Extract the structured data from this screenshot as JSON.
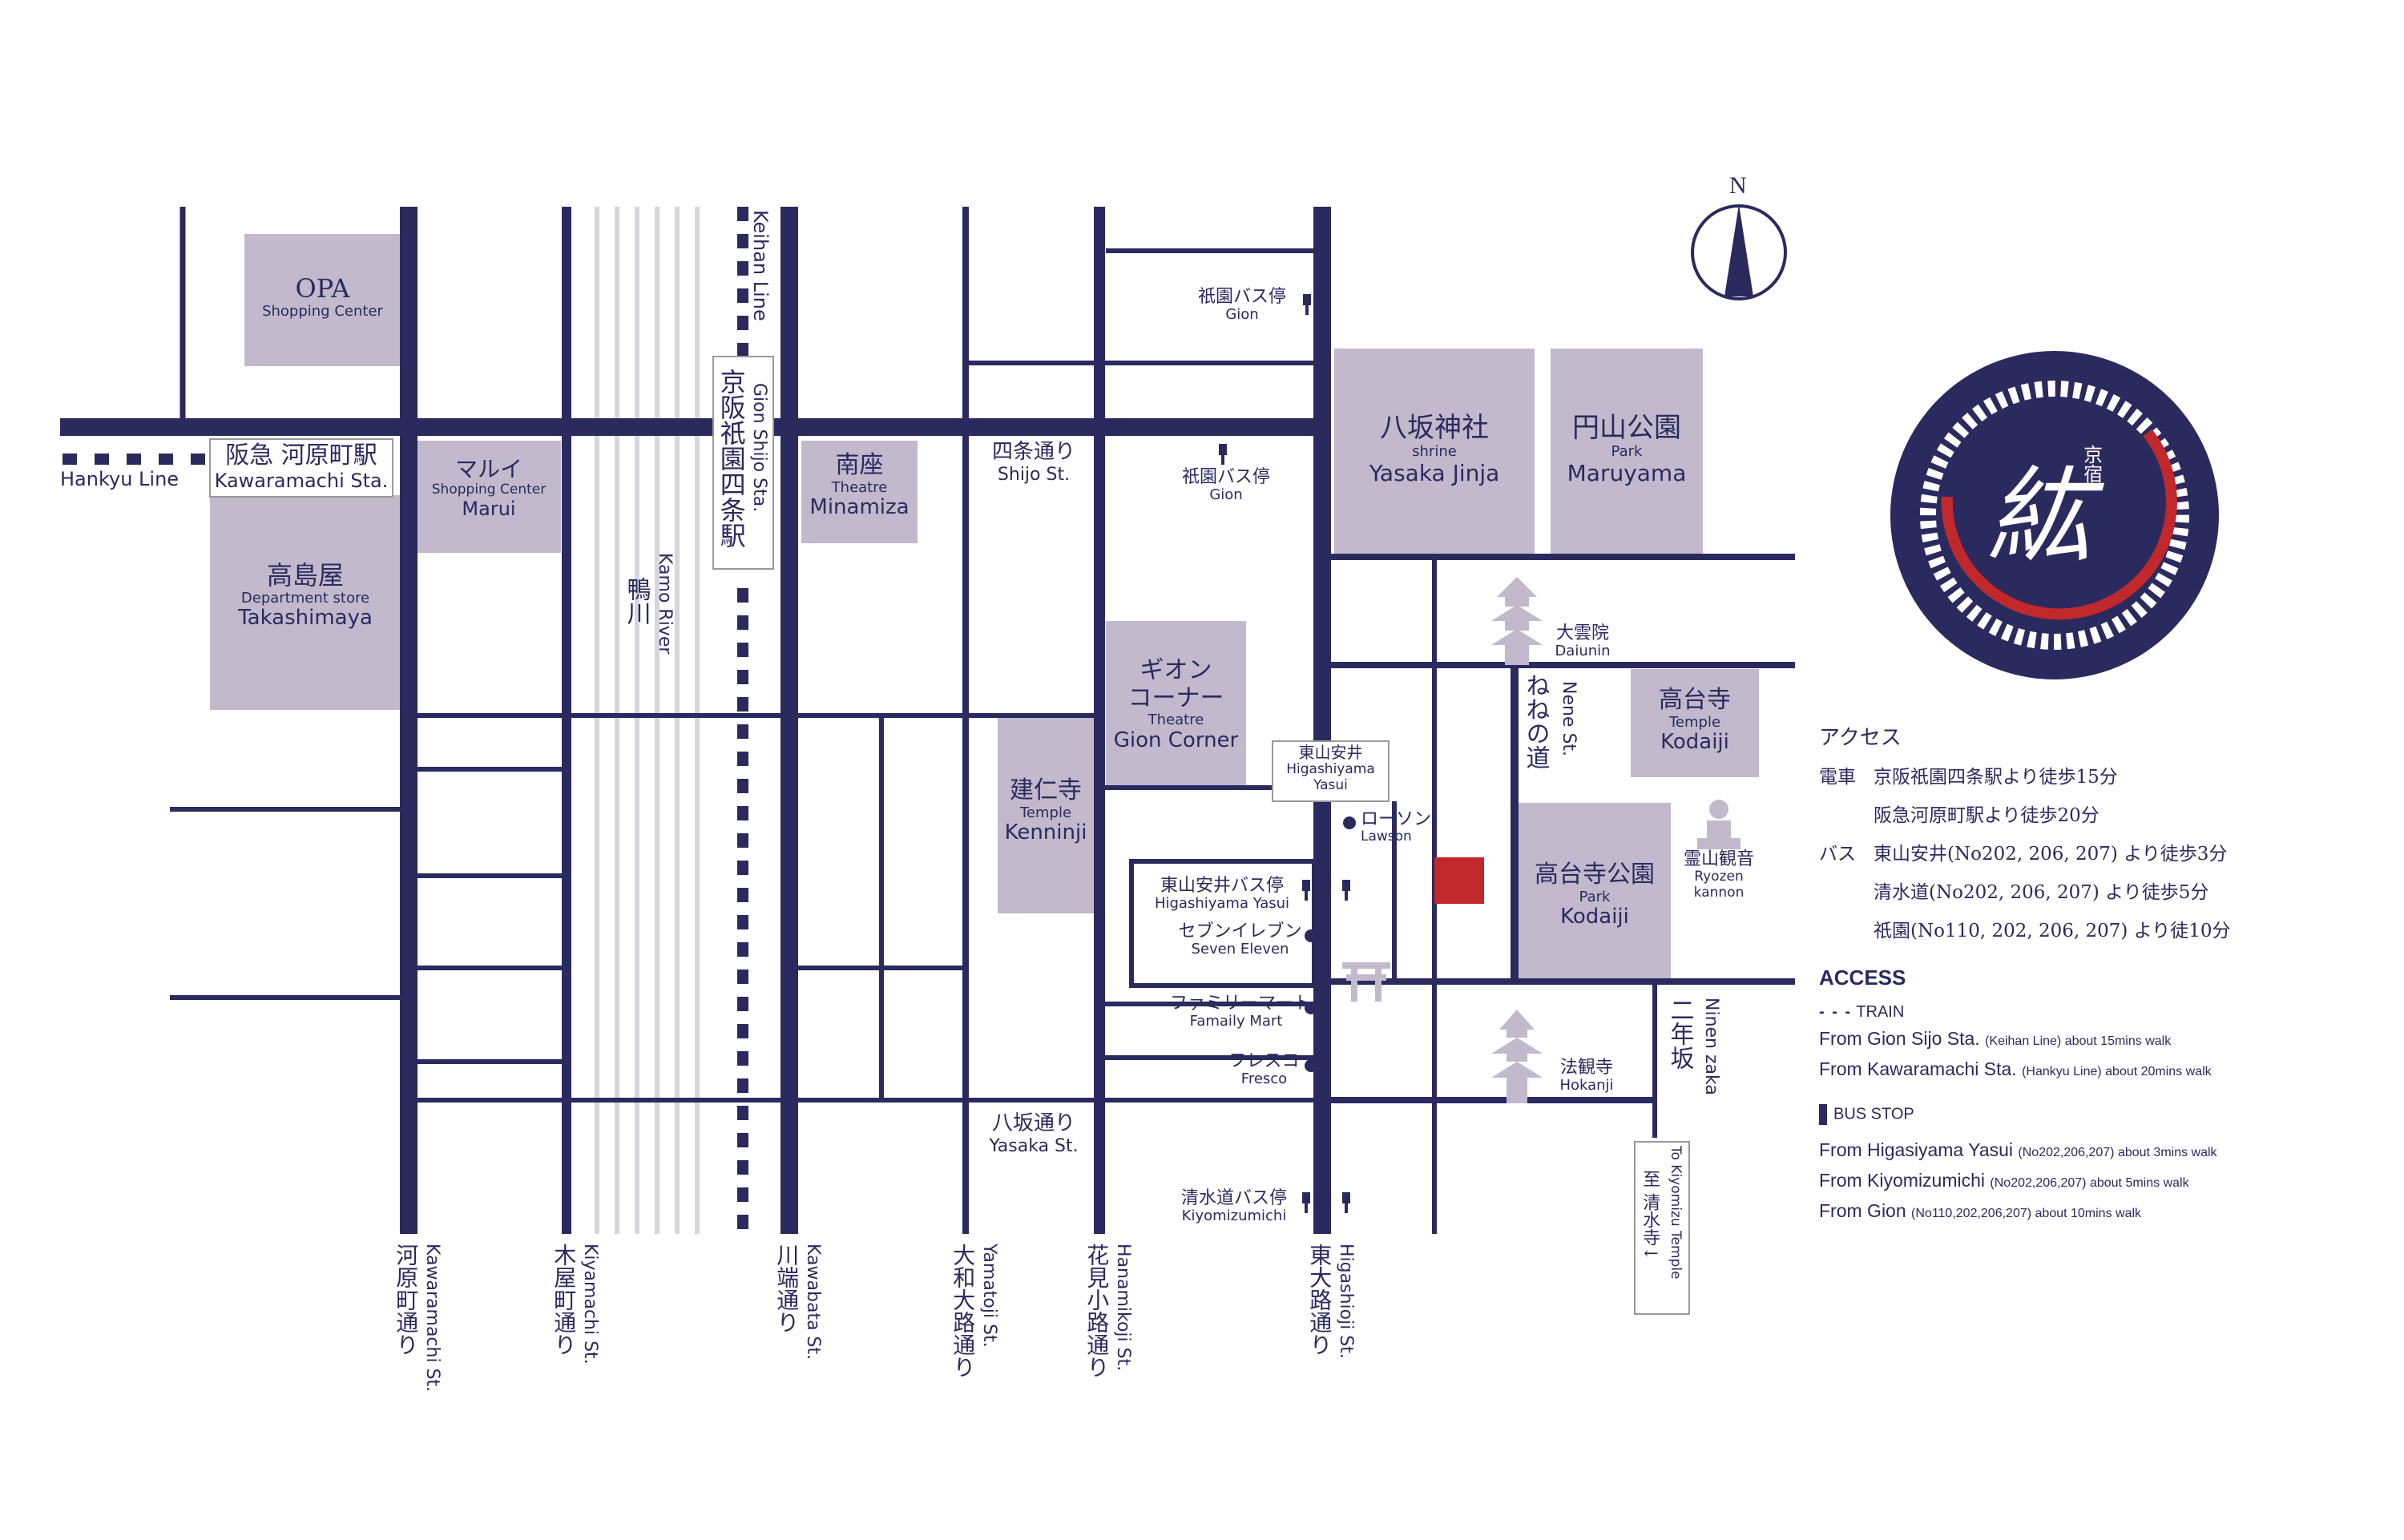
{
  "colors": {
    "road": "#2b2a5e",
    "block": "#c2b9cc",
    "hotel": "#c0282c",
    "river": "#d6d6dc",
    "white": "#ffffff"
  },
  "compass": {
    "north": "N"
  },
  "logo": {
    "title": "京宿",
    "glyph": "紘"
  },
  "lines": {
    "hankyu": "Hankyu Line",
    "keihan": "Keihan Line"
  },
  "stations": {
    "kawaramachi": {
      "jp": "阪急 河原町駅",
      "en": "Kawaramachi Sta."
    },
    "gion_shijo": {
      "jp": "京阪祇園四条駅",
      "en": "Gion Shijo Sta."
    }
  },
  "river": {
    "jp": "鴨川",
    "en": "Kamo River"
  },
  "blocks": {
    "opa": {
      "name": "OPA",
      "sub": "Shopping Center"
    },
    "marui": {
      "jp": "マルイ",
      "sub": "Shopping Center",
      "en": "Marui"
    },
    "takashimaya": {
      "jp": "高島屋",
      "sub": "Department store",
      "en": "Takashimaya"
    },
    "minamiza": {
      "jp": "南座",
      "sub": "Theatre",
      "en": "Minamiza"
    },
    "gion_corner": {
      "jp1": "ギオン",
      "jp2": "コーナー",
      "sub": "Theatre",
      "en": "Gion Corner"
    },
    "kenninji": {
      "jp": "建仁寺",
      "sub": "Temple",
      "en": "Kenninji"
    },
    "yasaka": {
      "jp": "八坂神社",
      "sub": "shrine",
      "en": "Yasaka Jinja"
    },
    "maruyama": {
      "jp": "円山公園",
      "sub": "Park",
      "en": "Maruyama"
    },
    "kodaiji": {
      "jp": "高台寺",
      "sub": "Temple",
      "en": "Kodaiji"
    },
    "kodaiji_park": {
      "jp": "高台寺公園",
      "sub": "Park",
      "en": "Kodaiji"
    }
  },
  "streets": {
    "shijo": {
      "jp": "四条通り",
      "en": "Shijo St."
    },
    "yasaka": {
      "jp": "八坂通り",
      "en": "Yasaka St."
    },
    "nene": {
      "jp": "ねねの道",
      "en": "Nene St."
    },
    "ninen": {
      "jp": "二年坂",
      "en": "Ninen zaka"
    },
    "kawaramachi": {
      "jp": "河原町通り",
      "en": "Kawaramachi St."
    },
    "kiyamachi": {
      "jp": "木屋町通り",
      "en": "Kiyamachi St."
    },
    "kawabata": {
      "jp": "川端通り",
      "en": "Kawabata St."
    },
    "yamatoji": {
      "jp": "大和大路通り",
      "en": "Yamatoji St."
    },
    "hanamikoji": {
      "jp": "花見小路通り",
      "en": "Hanamikoji St."
    },
    "higashioji": {
      "jp": "東大路通り",
      "en": "Higashioji St."
    }
  },
  "bus_stops": {
    "gion_n": {
      "jp": "祇園バス停",
      "en": "Gion"
    },
    "gion_s": {
      "jp": "祇園バス停",
      "en": "Gion"
    },
    "higashiyama": {
      "jp": "東山安井バス停",
      "en": "Higashiyama Yasui"
    },
    "kiyomizu": {
      "jp": "清水道バス停",
      "en": "Kiyomizumichi"
    }
  },
  "landmarks": {
    "higashiyama_yasui": {
      "jp": "東山安井",
      "en1": "Higashiyama",
      "en2": "Yasui"
    },
    "lawson": {
      "jp": "ローソン",
      "en": "Lawson"
    },
    "seven": {
      "jp": "セブンイレブン",
      "en": "Seven Eleven"
    },
    "family": {
      "jp": "ファミリーマート",
      "en": "Famaily Mart"
    },
    "fresco": {
      "jp": "フレスコ",
      "en": "Fresco"
    },
    "daiunin": {
      "jp": "大雲院",
      "en": "Daiunin"
    },
    "hokanji": {
      "jp": "法観寺",
      "en": "Hokanji"
    },
    "ryozen": {
      "jp": "霊山観音",
      "en1": "Ryozen",
      "en2": "kannon"
    },
    "kiyomizu_temple": {
      "text": "至 清水寺↓",
      "en": "To Kiyomizu Temple"
    }
  },
  "access": {
    "jp_title": "アクセス",
    "jp_train_label": "電車",
    "jp_train1": "京阪祇園四条駅より徒歩15分",
    "jp_train2": "阪急河原町駅より徒歩20分",
    "jp_bus_label": "バス",
    "jp_bus1": "東山安井(No202, 206, 207) より徒歩3分",
    "jp_bus2": "清水道(No202, 206, 207) より徒歩5分",
    "jp_bus3": "祇園(No110, 202, 206, 207) より徒10分",
    "en_title": "ACCESS",
    "train_head": "TRAIN",
    "train1_a": "From Gion Sijo Sta.",
    "train1_b": "(Keihan Line) about 15mins walk",
    "train2_a": "From Kawaramachi Sta.",
    "train2_b": "(Hankyu Line) about 20mins walk",
    "bus_head": "BUS STOP",
    "bus1_a": "From Higasiyama Yasui",
    "bus1_b": "(No202,206,207) about 3mins walk",
    "bus2_a": "From Kiyomizumichi",
    "bus2_b": "(No202,206,207) about 5mins walk",
    "bus3_a": "From Gion",
    "bus3_b": "(No110,202,206,207) about 10mins walk"
  }
}
